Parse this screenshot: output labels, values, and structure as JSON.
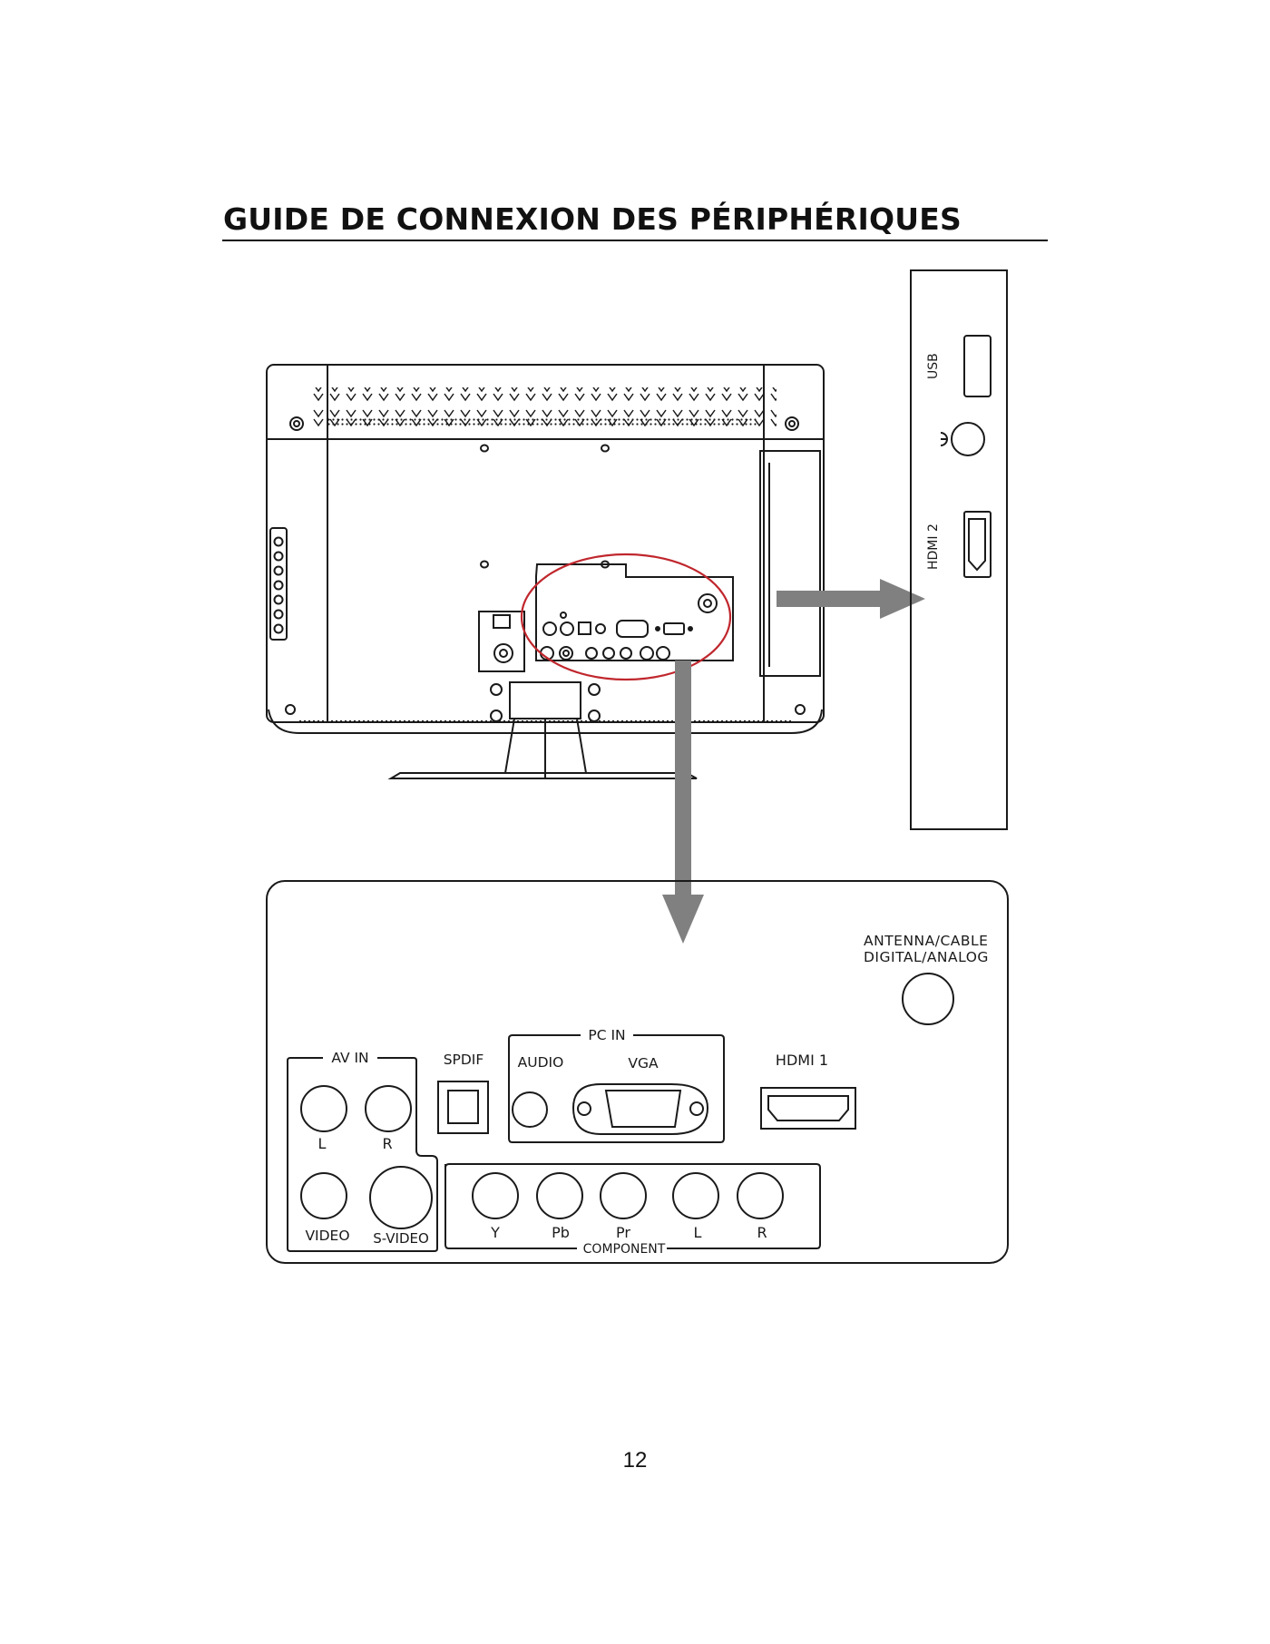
{
  "title": "GUIDE DE CONNEXION DES PÉRIPHÉRIQUES",
  "page_number": "12",
  "side_panel": {
    "usb": "USB",
    "hdmi2": "HDMI 2",
    "headphone_icon": "headphone-icon"
  },
  "rear_panel": {
    "antenna_line1": "ANTENNA/CABLE",
    "antenna_line2": "DIGITAL/ANALOG",
    "av_in": "AV IN",
    "av_l": "L",
    "av_r": "R",
    "video": "VIDEO",
    "s_video": "S-VIDEO",
    "spdif": "SPDIF",
    "pc_in": "PC IN",
    "audio": "AUDIO",
    "vga": "VGA",
    "hdmi1": "HDMI 1",
    "component": "COMPONENT",
    "comp_y": "Y",
    "comp_pb": "Pb",
    "comp_pr": "Pr",
    "comp_l": "L",
    "comp_r": "R"
  },
  "colors": {
    "line": "#1a1a1a",
    "arrow": "#808080",
    "highlight": "#c0272d"
  }
}
